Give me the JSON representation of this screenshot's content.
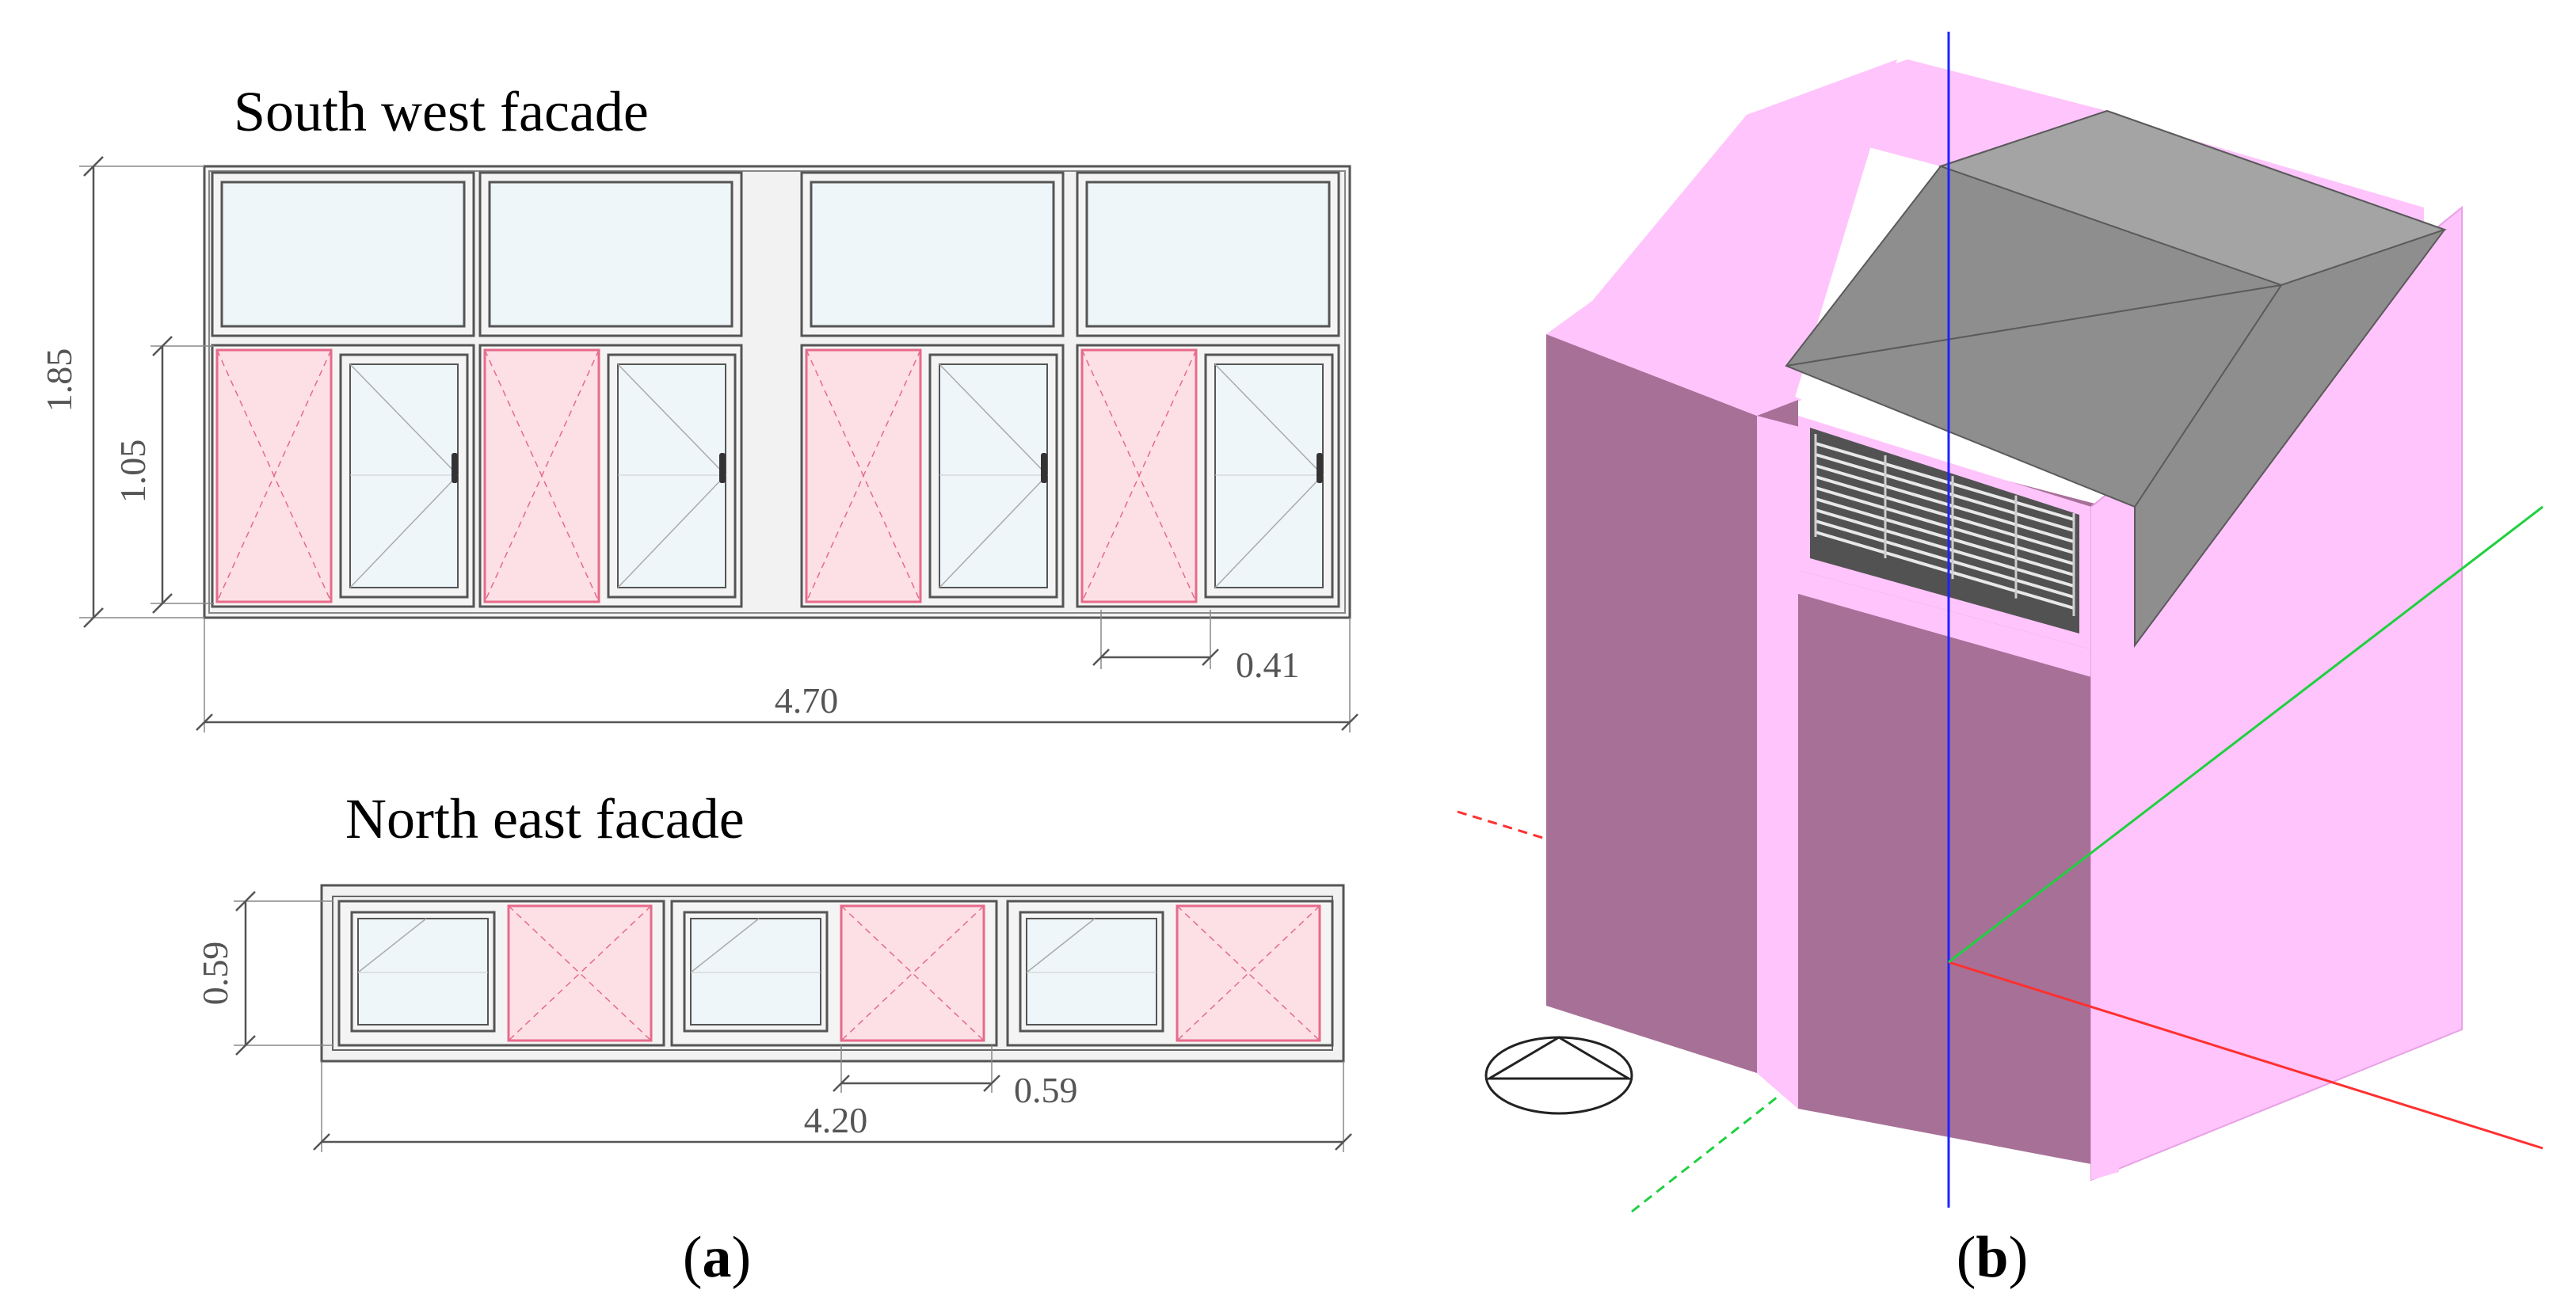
{
  "panel_a": {
    "caption_letter": "a",
    "south_west": {
      "title": "South west facade",
      "dim_total_height": "1.85",
      "dim_lower_height": "1.05",
      "dim_leaf_width": "0.41",
      "dim_total_width": "4.70"
    },
    "north_east": {
      "title": "North east facade",
      "dim_height": "0.59",
      "dim_leaf_width": "0.59",
      "dim_total_width": "4.20"
    }
  },
  "panel_b": {
    "caption_letter": "b"
  },
  "colors": {
    "glass": "#eef6fa",
    "fixed_panel": "#fce0e6",
    "fixed_panel_line": "#e86a8a",
    "frame": "#555555",
    "wall_light": "#ffc4fc",
    "wall_dark": "#a77097",
    "roof": "#8e8e8e",
    "roof_light": "#a4a4a4",
    "axis_x": "#ff3030",
    "axis_y": "#20d040",
    "axis_z": "#2020ff"
  }
}
